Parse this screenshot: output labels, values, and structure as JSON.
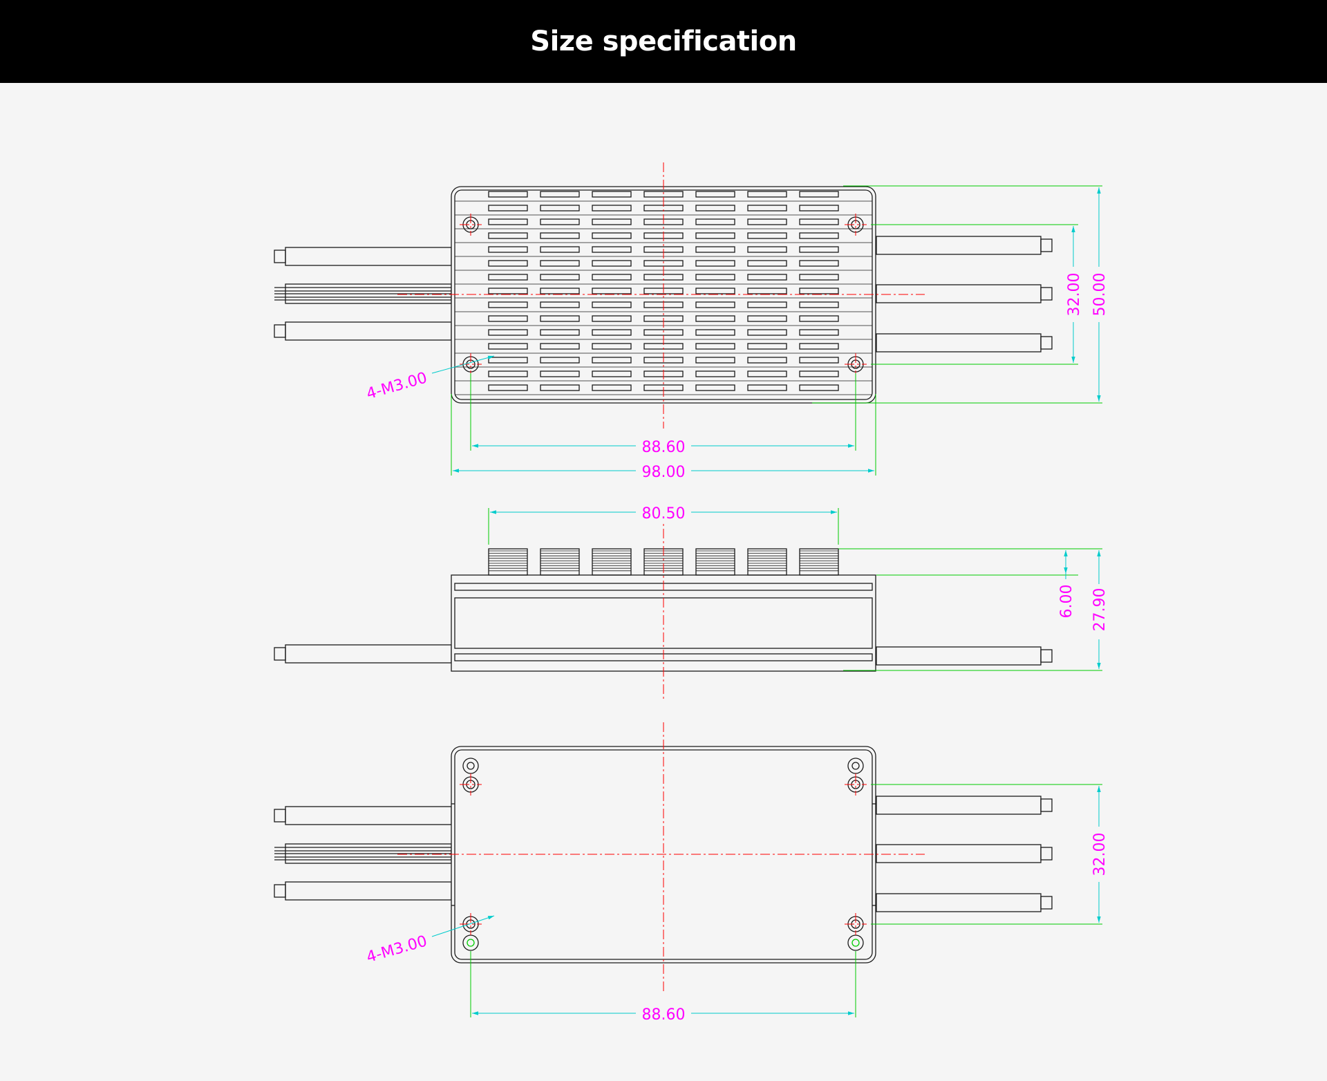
{
  "header": {
    "title": "Size specification"
  },
  "colors": {
    "background": "#f5f5f5",
    "header_bg": "#000000",
    "outline": "#1a1a1a",
    "dimension_text": "#ff00ff",
    "dimension_line": "#00ffff",
    "extension_line": "#00cc00",
    "centerline": "#ff0000"
  },
  "top_view": {
    "width_total": "98.00",
    "hole_spacing_x": "88.60",
    "height_total": "50.00",
    "hole_spacing_y": "32.00",
    "hole_note": "4-M3.00"
  },
  "side_view": {
    "fin_width": "80.50",
    "fin_height": "6.00",
    "total_height": "27.90"
  },
  "bottom_view": {
    "hole_spacing_x": "88.60",
    "hole_spacing_y": "32.00",
    "hole_note": "4-M3.00"
  }
}
